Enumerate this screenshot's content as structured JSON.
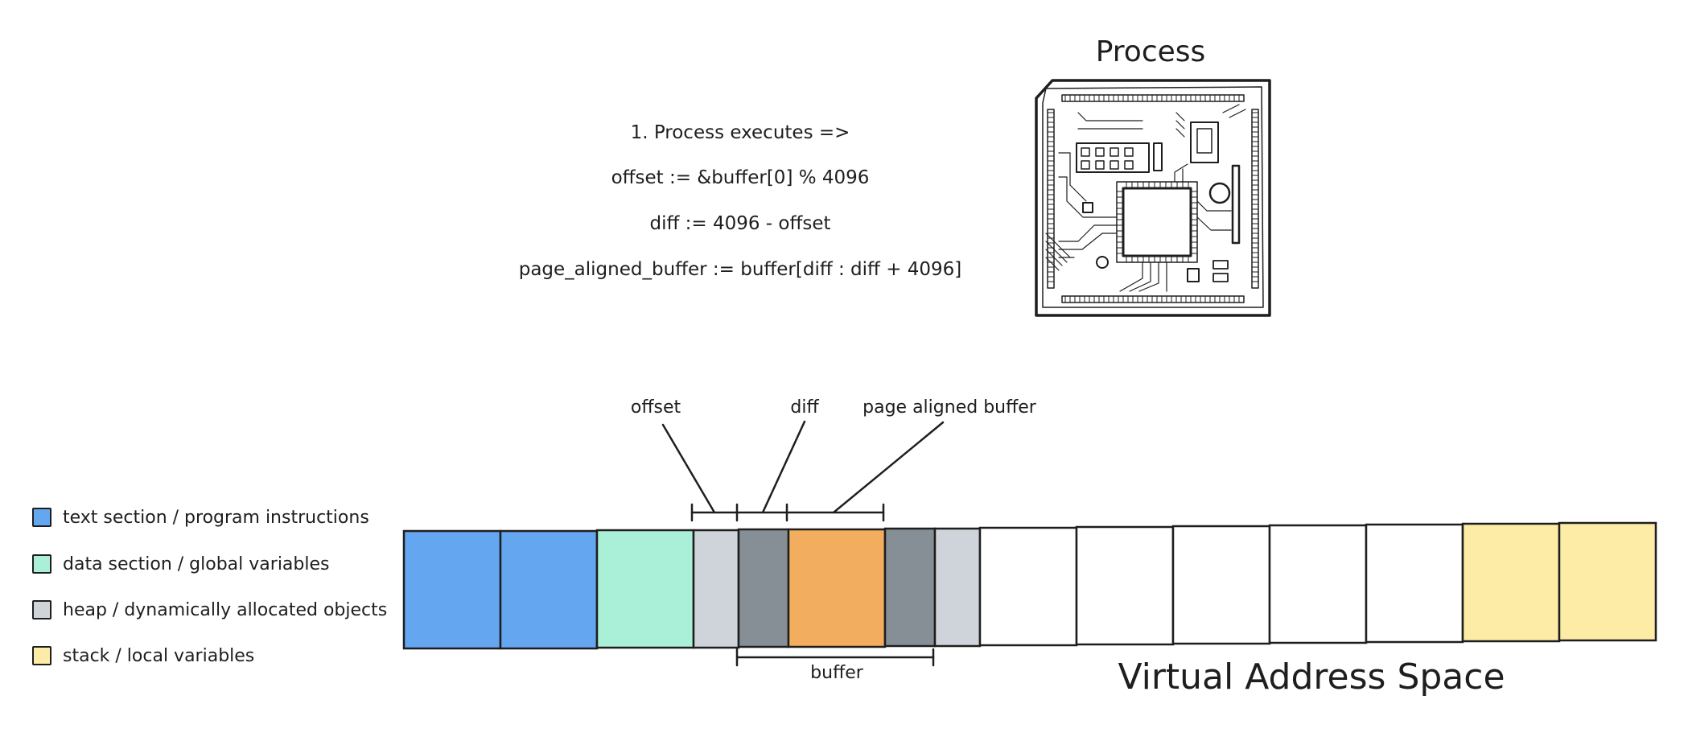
{
  "process": {
    "title": "Process"
  },
  "code": {
    "line1": "1. Process executes =>",
    "line2": "offset := &buffer[0] % 4096",
    "line3": "diff := 4096 - offset",
    "line4": "page_aligned_buffer := buffer[diff : diff + 4096]"
  },
  "legend": [
    {
      "label": "text section / program instructions",
      "color": "#64a6f0"
    },
    {
      "label": "data section / global variables",
      "color": "#aaf0d8"
    },
    {
      "label": "heap / dynamically allocated objects",
      "color": "#ced4da"
    },
    {
      "label": "stack / local variables",
      "color": "#fdeca6"
    }
  ],
  "annotations": {
    "offset": "offset",
    "diff": "diff",
    "page_aligned": "page aligned buffer",
    "buffer": "buffer"
  },
  "memory": {
    "title": "Virtual Address Space",
    "colors": {
      "text": "#64a6f0",
      "data": "#aaf0d8",
      "heap_light": "#ced4da",
      "heap_dark": "#868e96",
      "page_buffer": "#f2ad5e",
      "free": "#ffffff",
      "stack": "#fdeca6"
    },
    "blocks": [
      "text",
      "text",
      "data",
      "heap_light",
      "heap_dark",
      "page_buffer",
      "heap_dark",
      "heap_light",
      "free",
      "free",
      "free",
      "free",
      "free",
      "stack",
      "stack"
    ]
  }
}
